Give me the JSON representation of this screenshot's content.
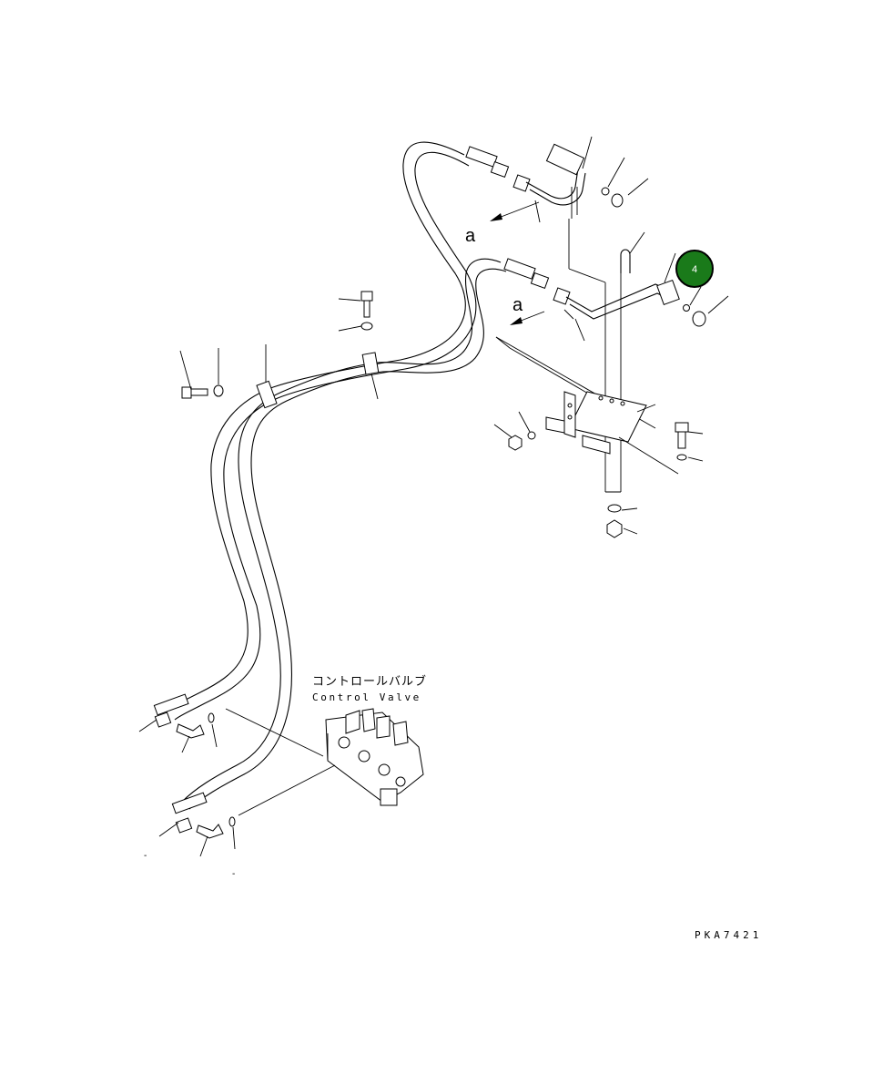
{
  "diagram": {
    "view_labels": [
      "a",
      "a"
    ],
    "component_label_jp": "コントロールバルブ",
    "component_label_en": "Control Valve",
    "drawing_code": "PKA7421",
    "callout_badge": {
      "number": "4",
      "color": "#1a7a1a"
    },
    "stray_marks": [
      "-",
      "-"
    ]
  }
}
